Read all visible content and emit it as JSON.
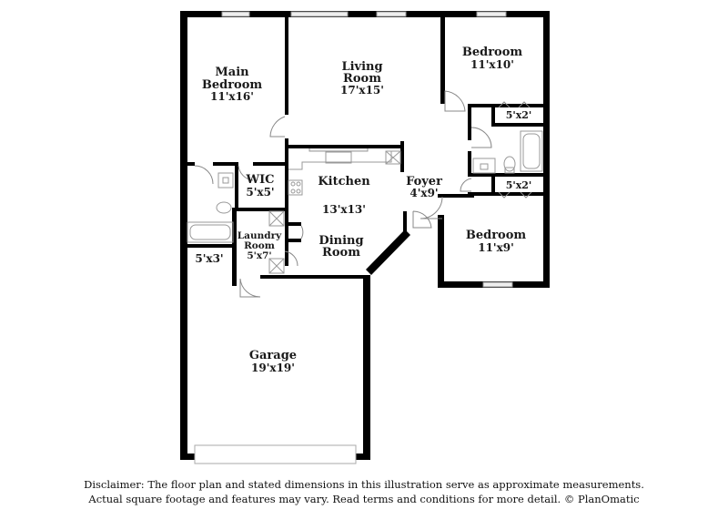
{
  "rooms": {
    "main_bedroom": {
      "name_line1": "Main",
      "name_line2": "Bedroom",
      "size": "11'x16'"
    },
    "living_room": {
      "name_line1": "Living",
      "name_line2": "Room",
      "size": "17'x15'"
    },
    "bedroom_1": {
      "name": "Bedroom",
      "size": "11'x10'"
    },
    "closet_1": {
      "size": "5'x2'"
    },
    "closet_2": {
      "size": "5'x2'"
    },
    "bedroom_2": {
      "name": "Bedroom",
      "size": "11'x9'"
    },
    "wic": {
      "name": "WIC",
      "size": "5'x5'"
    },
    "kitchen": {
      "name": "Kitchen",
      "size": "13'x13'"
    },
    "dining_room": {
      "name_line1": "Dining",
      "name_line2": "Room"
    },
    "foyer": {
      "name": "Foyer",
      "size": "4'x9'"
    },
    "laundry_room": {
      "name_line1": "Laundry",
      "name_line2": "Room",
      "size": "5'x7'"
    },
    "closet_3": {
      "size": "5'x3'"
    },
    "garage": {
      "name": "Garage",
      "size": "19'x19'"
    }
  },
  "disclaimer": {
    "line1": "Disclaimer: The floor plan and stated dimensions in this illustration serve as approximate measurements.",
    "line2": "Actual square footage and features may vary. Read terms and conditions for more detail. © PlanOmatic"
  }
}
